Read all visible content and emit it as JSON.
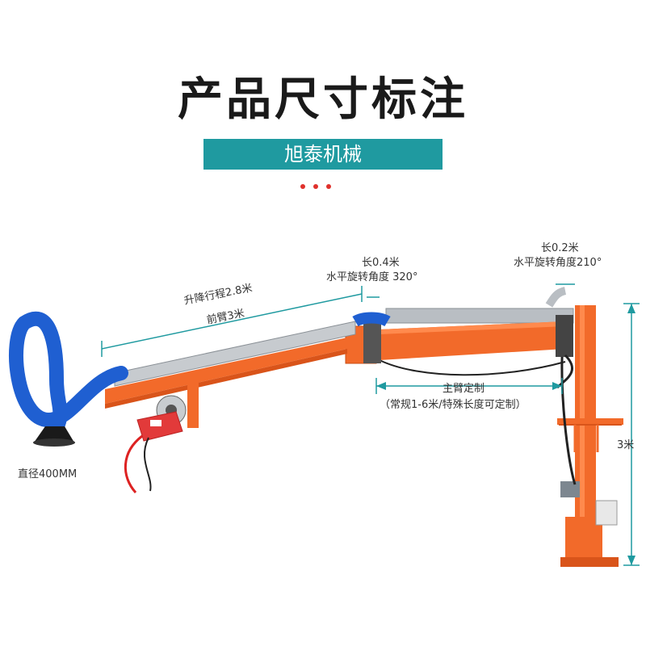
{
  "header": {
    "title": "产品尺寸标注",
    "brand": "旭泰机械"
  },
  "annotations": {
    "lift_travel": "升降行程2.8米",
    "front_arm": "前臂3米",
    "joint1_length": "长0.4米",
    "joint1_rotation": "水平旋转角度 320°",
    "joint2_length": "长0.2米",
    "joint2_rotation": "水平旋转角度210°",
    "main_arm": "主臂定制",
    "main_arm_note": "（常规1-6米/特殊长度可定制）",
    "height": "3米",
    "hood_diameter": "直径400MM"
  },
  "colors": {
    "accent": "#1f9aa0",
    "arm": "#f26a2a",
    "hose": "#1f5fd1",
    "dim_line": "#1f9aa0",
    "dots": "#e0312c"
  }
}
